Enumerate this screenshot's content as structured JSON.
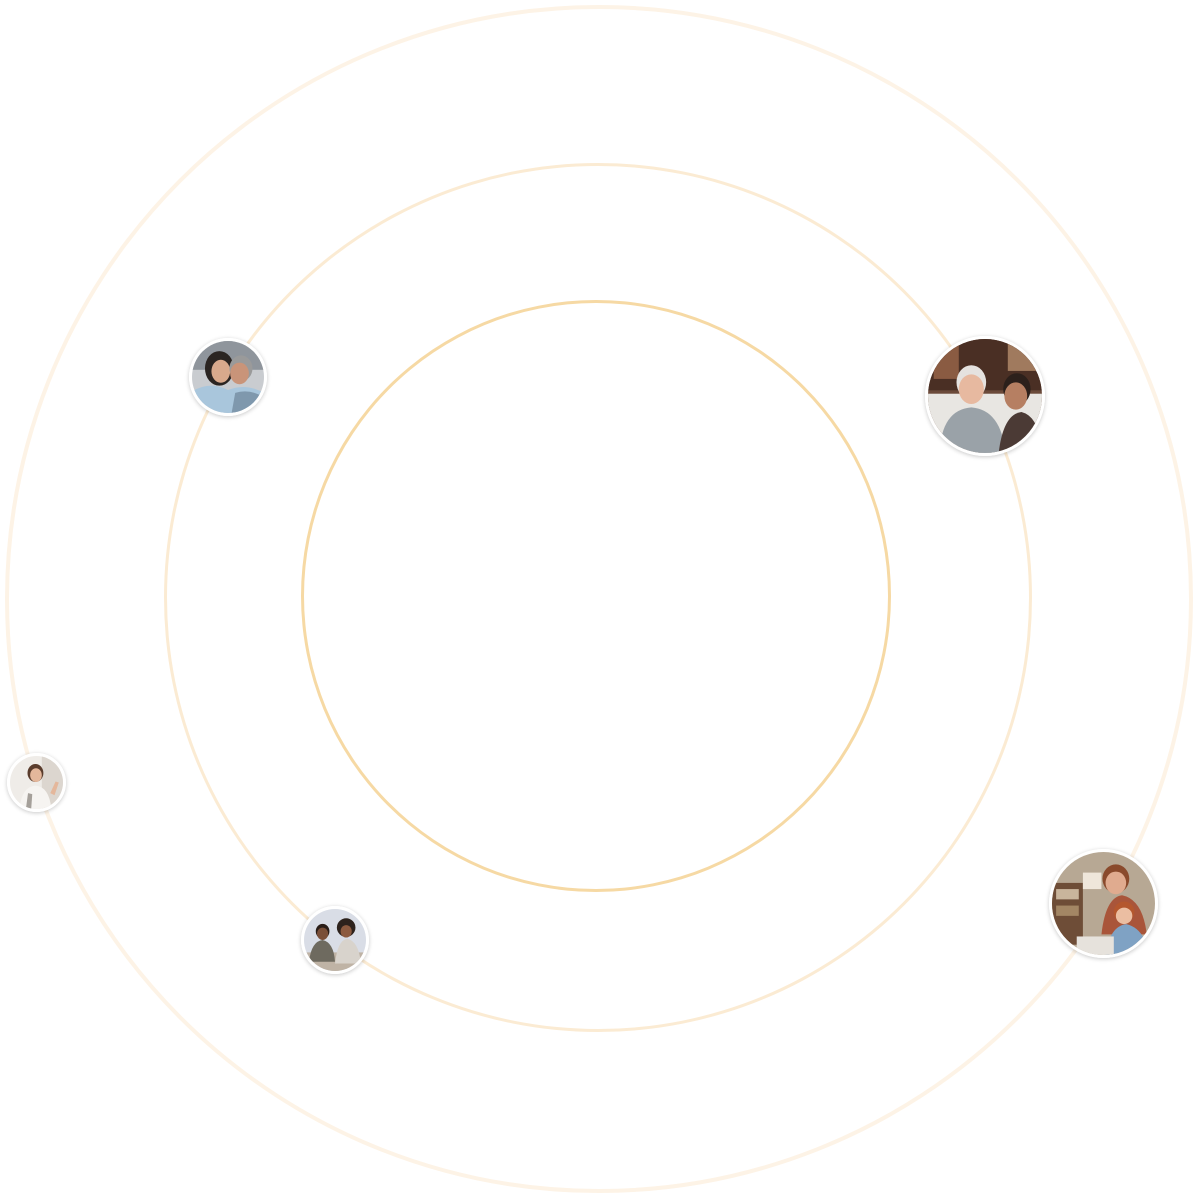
{
  "rings": {
    "inner_color": "#f6d9a4",
    "middle_color": "#fbebd3",
    "outer_color": "#fdf3e6"
  },
  "avatars": [
    {
      "name": "couple-hug-photo",
      "description_icon": "couple-photo-icon"
    },
    {
      "name": "elder-couple-photo",
      "description_icon": "couple-photo-icon"
    },
    {
      "name": "woman-waving-photo",
      "description_icon": "person-photo-icon"
    },
    {
      "name": "couple-talking-photo",
      "description_icon": "couple-photo-icon"
    },
    {
      "name": "mother-child-photo",
      "description_icon": "family-photo-icon"
    }
  ]
}
